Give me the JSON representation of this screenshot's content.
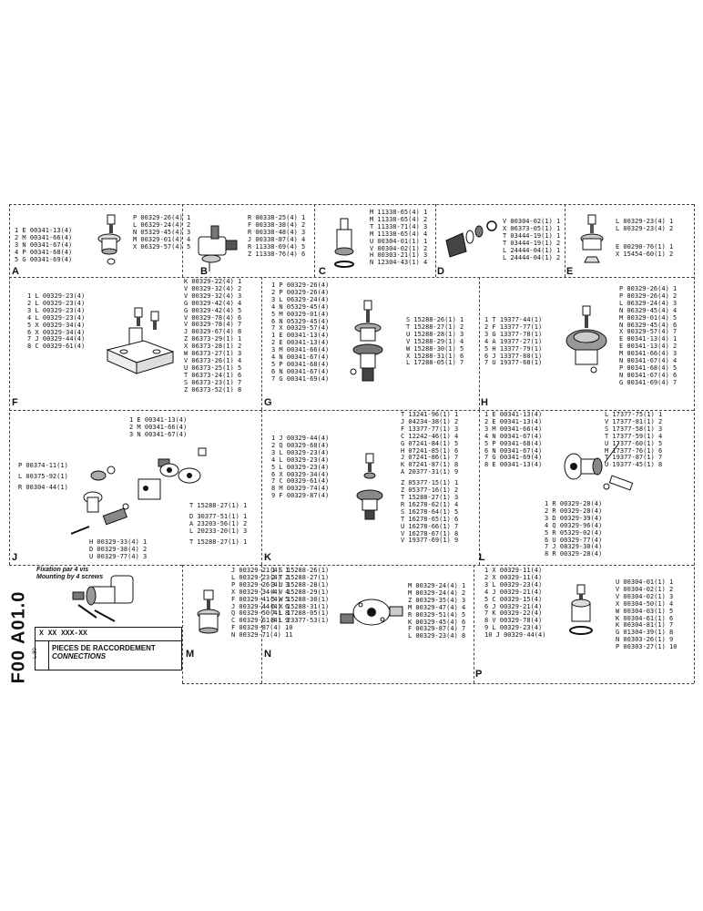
{
  "sections": {
    "A": {
      "letter": "A",
      "left_list": [
        "1 E 00341-13(4)",
        "2 M 00341-66(4)",
        "3 N 00341-67(4)",
        "4 P 00341-68(4)",
        "5 G 00341-69(4)"
      ],
      "right_list": [
        "P 00329-26(4) 1",
        "L 06329-24(4) 2",
        "N 05329-45(4) 3",
        "M 00329-01(4) 4",
        "X 06329-57(4) 5"
      ]
    },
    "B": {
      "letter": "B",
      "right_list": [
        "R 00338-25(4) 1",
        "F 00338-38(4) 2",
        "R 00338-48(4) 3",
        "J 00338-87(4) 4",
        "R 11338-69(4) 5",
        "Z 11338-76(4) 6"
      ]
    },
    "C": {
      "letter": "C",
      "right_list": [
        "M 11338-65(4) 1",
        "M 11338-65(4) 2",
        "T 11338-71(4) 3",
        "M 11338-65(4) 4",
        "U 00304-01(1) 1",
        "V 00304-02(1) 2",
        "H 00303-21(1) 3",
        "N 12304-43(1) 4"
      ]
    },
    "D": {
      "letter": "D",
      "right_list": [
        "V 00304-02(1) 1",
        "X 06373-05(1) 1",
        "T 03444-19(1) 1",
        "T 03444-19(1) 2",
        "L 24444-04(1) 1",
        "L 24444-04(1) 2"
      ]
    },
    "E": {
      "letter": "E",
      "right_list": [
        "L 00329-23(4) 1",
        "L 00329-23(4) 2",
        "E 00290-76(1) 1",
        "X 15454-60(1) 2"
      ]
    },
    "F": {
      "letter": "F",
      "left_list": [
        "1 L 00329-23(4)",
        "2 L 00329-23(4)",
        "3 L 00329-23(4)",
        "4 L 00329-23(4)",
        "5 X 00329-34(4)",
        "6 X 00329-34(4)",
        "7 J 00329-44(4)",
        "8 C 00329-61(4)"
      ],
      "right_list": [
        "K 00329-22(4) 1",
        "V 00329-32(4) 2",
        "V 00329-32(4) 3",
        "G 00329-42(4) 4",
        "G 00329-42(4) 5",
        "V 00329-78(4) 6",
        "V 00329-78(4) 7",
        "J 00329-67(4) 8",
        "Z 06373-29(1) 1",
        "X 06373-28(1) 2",
        "W 06373-27(1) 3",
        "V 06373-26(1) 4",
        "U 06373-25(1) 5",
        "T 06373-24(1) 6",
        "S 06373-23(1) 7",
        "Z 06373-52(1) 8"
      ]
    },
    "G": {
      "letter": "G",
      "left_list": [
        "1 P 00329-26(4)",
        "2 P 00329-26(4)",
        "3 L 06329-24(4)",
        "4 N 05329-45(4)",
        "5 M 00329-01(4)",
        "6 N 05329-45(4)",
        "7 X 00329-57(4)",
        "1 E 00341-13(4)",
        "2 E 00341-13(4)",
        "3 M 00341-66(4)",
        "4 N 00341-67(4)",
        "5 P 00341-68(4)",
        "6 N 00341-67(4)",
        "7 G 00341-69(4)"
      ],
      "right_list": [
        "S 15288-26(1) 1",
        "T 15288-27(1) 2",
        "U 15288-28(1) 3",
        "V 15288-29(1) 4",
        "W 15288-30(1) 5",
        "X 15288-31(1) 6",
        "L 17288-05(1) 7"
      ]
    },
    "H": {
      "letter": "H",
      "left_list": [
        "1 T 19377-44(1)",
        "2 F 13377-77(1)",
        "3 G 13377-78(1)",
        "4 A 19377-27(1)",
        "5 H 13377-79(1)",
        "6 J 13377-80(1)",
        "7 U 19377-68(1)"
      ],
      "right_list": [
        "P 00329-26(4) 1",
        "P 00329-26(4) 2",
        "L 06329-24(4) 3",
        "N 06329-45(4) 4",
        "M 00329-01(4) 5",
        "N 06329-45(4) 6",
        "X 00329-57(4) 7",
        "E 00341-13(4) 1",
        "E 00341-13(4) 2",
        "M 00341-66(4) 3",
        "N 00341-67(4) 4",
        "P 00341-68(4) 5",
        "N 00341-67(4) 6",
        "G 00341-69(4) 7"
      ]
    },
    "J": {
      "letter": "J",
      "top_list": [
        "1 E 00341-13(4)",
        "2 M 00341-66(4)",
        "3 N 00341-67(4)"
      ],
      "left_list": [
        "P 00374-11(1)",
        "L 00375-92(1)",
        "R 00304-44(1)"
      ],
      "mid_list": [
        "T 15288-27(1) 1",
        "D 30377-51(1) 1",
        "A 23203-56(1) 2",
        "L 20233-20(1) 3",
        "T 15288-27(1) 1"
      ],
      "bottom_list": [
        "H 00329-33(4) 1",
        "D 00329-38(4) 2",
        "U 00329-77(4) 3"
      ]
    },
    "K": {
      "letter": "K",
      "left_list": [
        "1 J 00329-44(4)",
        "2 Q 00329-60(4)",
        "3 L 00329-23(4)",
        "4 L 00329-23(4)",
        "5 L 00329-23(4)",
        "6 X 00329-34(4)",
        "7 C 00329-61(4)",
        "8 M 00329-74(4)",
        "9 F 00329-87(4)"
      ],
      "right_list": [
        "T 13241-96(1) 1",
        "J 04234-38(1) 2",
        "F 13377-77(1) 3",
        "C 12242-46(1) 4",
        "G 07241-84(1) 5",
        "H 07241-85(1) 6",
        "J 07241-86(1) 7",
        "K 07241-87(1) 8",
        "A 20377-31(1) 9",
        "Z 05377-15(1) 1",
        "Z 05377-16(1) 2",
        "T 15288-27(1) 3",
        "R 16278-62(1) 4",
        "S 16278-64(1) 5",
        "T 16278-65(1) 6",
        "U 16278-66(1) 7",
        "V 16278-67(1) 8",
        "V 19377-69(1) 9"
      ]
    },
    "L": {
      "letter": "L",
      "left_list": [
        "1 E 00341-13(4)",
        "2 E 00341-13(4)",
        "3 M 00341-66(4)",
        "4 N 00341-67(4)",
        "5 P 00341-68(4)",
        "6 N 00341-67(4)",
        "7 G 00341-69(4)",
        "8 E 00341-13(4)"
      ],
      "right_list": [
        "L 17377-75(1) 1",
        "V 17377-81(1) 2",
        "S 17377-58(1) 3",
        "T 17377-59(1) 4",
        "U 17377-60(1) 5",
        "M 17377-76(1) 6",
        "T 19377-87(1) 7",
        "U 19377-45(1) 8"
      ],
      "bottom_list": [
        "1 R 00329-28(4)",
        "2 R 00329-28(4)",
        "3 D 00329-39(4)",
        "4 Q 00329-96(4)",
        "5 R 05329-02(4)",
        "6 U 00329-77(4)",
        "7 J 08329-30(4)",
        "8 R 00329-28(4)"
      ]
    },
    "M": {
      "letter": "M",
      "right_list": [
        "J 00329-21(4) 1",
        "L 00329-23(4) 2",
        "P 00329-26(4) 3",
        "X 00329-34(4) 4",
        "F 00329-41(4) 5",
        "J 00329-44(4) 6",
        "Q 00329-50(4) 8",
        "C 00329-61(4) 9",
        "F 00329-87(4) 10",
        "N 00329-71(4) 11"
      ]
    },
    "N": {
      "letter": "N",
      "left_list": [
        "1 S 15288-26(1)",
        "2 T 15288-27(1)",
        "3 U 15288-28(1)",
        "4 V 15288-29(1)",
        "5 W 15288-30(1)",
        "6 X 15288-31(1)",
        "7 L 17288-05(1)",
        "8 L 23377-53(1)"
      ],
      "right_list": [
        "M 00329-24(4) 1",
        "M 00329-24(4) 2",
        "Z 00329-35(4) 3",
        "M 00329-47(4) 4",
        "R 00329-51(4) 5",
        "K 00329-45(4) 6",
        "F 00329-87(4) 7",
        "L 00329-23(4) 8"
      ]
    },
    "P": {
      "letter": "P",
      "left_list": [
        "1 X 00329-11(4)",
        "2 X 00329-11(4)",
        "3 L 00329-23(4)",
        "4 J 00329-21(4)",
        "5 C 00329-15(4)",
        "6 J 00329-21(4)",
        "7 K 00329-22(4)",
        "8 V 00329-78(4)",
        "9 L 00329-23(4)",
        "10 J 00329-44(4)"
      ],
      "right_list": [
        "U 00304-01(1) 1",
        "V 00304-02(1) 2",
        "V 00304-02(1) 3",
        "X 00304-50(1) 4",
        "W 00304-03(1) 5",
        "K 00304-61(1) 6",
        "K 00304-81(1) 7",
        "G 01304-39(1) 8",
        "N 00303-26(1) 9",
        "P 00303-27(1) 10"
      ]
    }
  },
  "fixation_note": {
    "fr": "Fixation par 4 vis",
    "en": "Mounting by 4 screws"
  },
  "title_block": {
    "code": "X XX XXX-XX",
    "title_fr": "PIECES DE RACCORDEMENT",
    "title_en": "CONNECTIONS",
    "rev": "L.80"
  },
  "document_id": "F00 A01.0"
}
